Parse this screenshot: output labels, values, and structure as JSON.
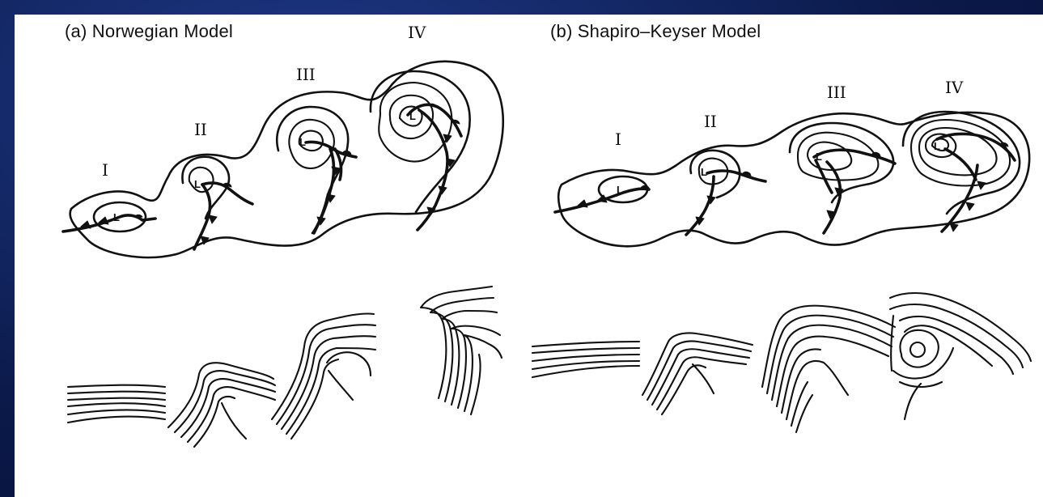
{
  "panels": [
    {
      "title": "(a)  Norwegian Model",
      "stages": [
        "I",
        "II",
        "III",
        "IV"
      ]
    },
    {
      "title": "(b)  Shapiro–Keyser Model",
      "stages": [
        "I",
        "II",
        "III",
        "IV"
      ]
    }
  ],
  "low_label": "L"
}
